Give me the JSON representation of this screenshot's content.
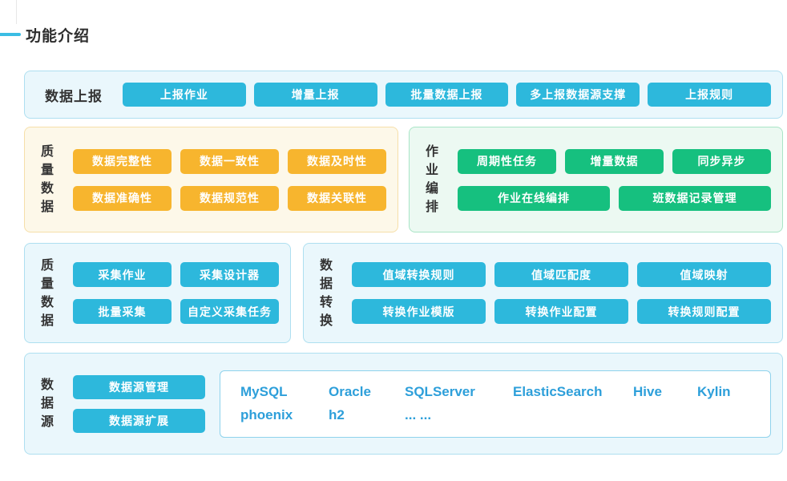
{
  "page": {
    "title": "功能介绍"
  },
  "colors": {
    "accent_blue": "#2db8dc",
    "accent_orange": "#f7b52e",
    "accent_green": "#16c07f",
    "db_text_blue": "#2d9fda",
    "title_dash": "#3bbde4"
  },
  "sections": {
    "reporting": {
      "label": "数据上报",
      "buttons": [
        "上报作业",
        "增量上报",
        "批量数据上报",
        "多上报数据源支撑",
        "上报规则"
      ]
    },
    "quality": {
      "label": "质量数据",
      "rows": [
        [
          "数据完整性",
          "数据一致性",
          "数据及时性"
        ],
        [
          "数据准确性",
          "数据规范性",
          "数据关联性"
        ]
      ]
    },
    "orchestration": {
      "label": "作业编排",
      "rows": [
        [
          "周期性任务",
          "增量数据",
          "同步异步"
        ],
        [
          "作业在线编排",
          "班数据记录管理"
        ]
      ]
    },
    "collection": {
      "label": "质量数据",
      "rows": [
        [
          "采集作业",
          "采集设计器"
        ],
        [
          "批量采集",
          "自定义采集任务"
        ]
      ]
    },
    "transform": {
      "label": "数据转换",
      "rows": [
        [
          "值域转换规则",
          "值域匹配度",
          "值域映射"
        ],
        [
          "转换作业模版",
          "转换作业配置",
          "转换规则配置"
        ]
      ]
    },
    "datasource": {
      "label": "数据源",
      "buttons": [
        "数据源管理",
        "数据源扩展"
      ],
      "databases": {
        "row1": [
          "MySQL",
          "Oracle",
          "SQLServer",
          "ElasticSearch",
          "Hive",
          "Kylin"
        ],
        "row2": [
          "phoenix",
          "h2",
          "... ..."
        ]
      }
    }
  }
}
